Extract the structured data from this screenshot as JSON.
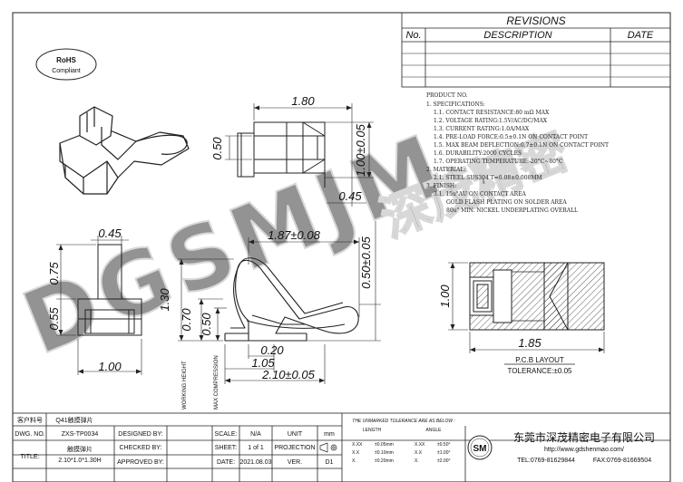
{
  "revisions": {
    "title": "REVISIONS",
    "col_no": "No.",
    "col_description": "DESCRIPTION",
    "col_date": "DATE"
  },
  "rohs": {
    "line1": "RoHS",
    "line2": "Compliant"
  },
  "notes": {
    "title": "PRODUCT NO.",
    "lines": [
      "1. SPECIFICATIONS:",
      "1.1. CONTACT RESISTANCE:80 mΩ MAX",
      "1.2. VOLTAGE RATING:1.5V/AC/DC/MAX",
      "1.3. CURRENT RATING:1.0A/MAX",
      "1.4. PRE-LOAD FORCE:0.5±0.1N ON CONTACT POINT",
      "1.5. MAX BEAM DEFLECTION:0.7±0.1N ON CONTACT POINT",
      "1.6. DURABILITY:2000 CYCLES",
      "1.7. OPERATING TEMPERATURE:-20°C~80°C",
      "2. MATERIAL:",
      "2.1. STEEL SUS304 T=0.08±0.008MM",
      "3. FINISH:",
      "3.1. 15u\"AU ON CONTACT AREA",
      "GOLD FLASH PLATING ON SOLDER AREA",
      "80u\" MIN. NICKEL UNDERPLATING OVERALL"
    ]
  },
  "dimensions": {
    "top_length": "1.80",
    "top_height": "0.50",
    "top_total_height": "1.00±0.05",
    "top_offset": "0.45",
    "side_width_top": "0.45",
    "side_h1": "0.75",
    "side_h2": "0.55",
    "side_width": "1.00",
    "front_length": "1.87±0.08",
    "front_h1": "1.30",
    "front_h2": "0.70",
    "front_h3": "0.50",
    "front_total_height": "0.50±0.05",
    "front_w1": "0.20",
    "front_w2": "1.05",
    "front_w3": "2.10±0.05",
    "working_height": "WORKING HEIGHT",
    "max_compression": "MAX COMPRESSION",
    "pcb_height": "1.00",
    "pcb_width": "1.85",
    "pcb_layout": "P.C.B LAYOUT",
    "pcb_tolerance": "TOLERANCE:±0.05"
  },
  "watermark": {
    "text1": "DGSMJM",
    "text2": "深茂精密"
  },
  "title_block": {
    "part_no_label": "客户料号",
    "part_name": "Q41触摸弹片",
    "dwg_no_label": "DWG. NO.",
    "dwg_no": "ZXS-TP0034",
    "title_label": "TITLE:",
    "title_line1": "触摸弹片",
    "title_line2": "2.10*1.0*1.30H",
    "designed_by": "DESIGNED BY:",
    "checked_by": "CHECKED BY:",
    "approved_by": "APPROVED BY:",
    "scale_label": "SCALE:",
    "scale": "N/A",
    "sheet_label": "SHEET:",
    "sheet": "1 of 1",
    "date_label": "DATE:",
    "date": "2021.08.03",
    "unit_label": "UNIT",
    "unit": "mm",
    "projection_label": "PROJECTION",
    "ver_label": "VER.",
    "ver": "D1",
    "tolerance_title": "THE UNMARKED TOLERANCE ARE AS BELOW :",
    "tol_length": "LENGTH",
    "tol_angle": "ANGLE",
    "tol_rows": [
      [
        "X.XX",
        "±0.05mm",
        "X.XX",
        "±0.50°"
      ],
      [
        "X.X",
        "±0.10mm",
        "X.X",
        "±1.00°"
      ],
      [
        "X.",
        "±0.20mm",
        "X.",
        "±2.00°"
      ]
    ],
    "company_logo": "SM",
    "company_name": "东莞市深茂精密电子有限公司",
    "website": "http://www.gdshenmao.com/",
    "tel": "TEL:0769-81629844",
    "fax": "FAX:0769-81669504"
  }
}
